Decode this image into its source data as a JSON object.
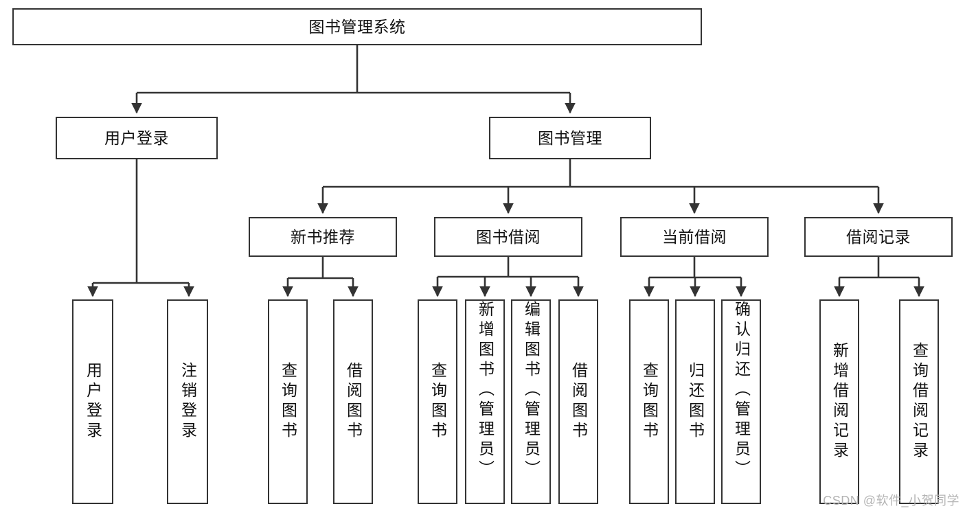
{
  "diagram": {
    "title_node": {
      "label": "图书管理系统"
    },
    "level2": [
      {
        "id": "user-login",
        "label": "用户登录"
      },
      {
        "id": "book-management",
        "label": "图书管理"
      }
    ],
    "level3": [
      {
        "id": "new-book-recommend",
        "label": "新书推荐"
      },
      {
        "id": "book-borrow",
        "label": "图书借阅"
      },
      {
        "id": "current-borrow",
        "label": "当前借阅"
      },
      {
        "id": "borrow-record",
        "label": "借阅记录"
      }
    ],
    "leaves": {
      "user-login": [
        {
          "id": "leaf-user-login",
          "label": "用户登录"
        },
        {
          "id": "leaf-logout-login",
          "label": "注销登录"
        }
      ],
      "new-book-recommend": [
        {
          "id": "leaf-query-book-1",
          "label": "查询图书"
        },
        {
          "id": "leaf-borrow-book-1",
          "label": "借阅图书"
        }
      ],
      "book-borrow": [
        {
          "id": "leaf-query-book-2",
          "label": "查询图书"
        },
        {
          "id": "leaf-add-book-admin",
          "label": "新增图书（管理员）"
        },
        {
          "id": "leaf-edit-book-admin",
          "label": "编辑图书（管理员）"
        },
        {
          "id": "leaf-borrow-book-2",
          "label": "借阅图书"
        }
      ],
      "current-borrow": [
        {
          "id": "leaf-query-book-3",
          "label": "查询图书"
        },
        {
          "id": "leaf-return-book",
          "label": "归还图书"
        },
        {
          "id": "leaf-confirm-return-admin",
          "label": "确认归还（管理员）"
        }
      ],
      "borrow-record": [
        {
          "id": "leaf-add-borrow-record",
          "label": "新增借阅记录"
        },
        {
          "id": "leaf-query-borrow-record",
          "label": "查询借阅记录"
        }
      ]
    },
    "watermark": "CSDN @软件_小贺同学",
    "colors": {
      "stroke": "#333333",
      "fill": "#ffffff",
      "text": "#111111",
      "watermark": "#b4b4b4"
    }
  }
}
